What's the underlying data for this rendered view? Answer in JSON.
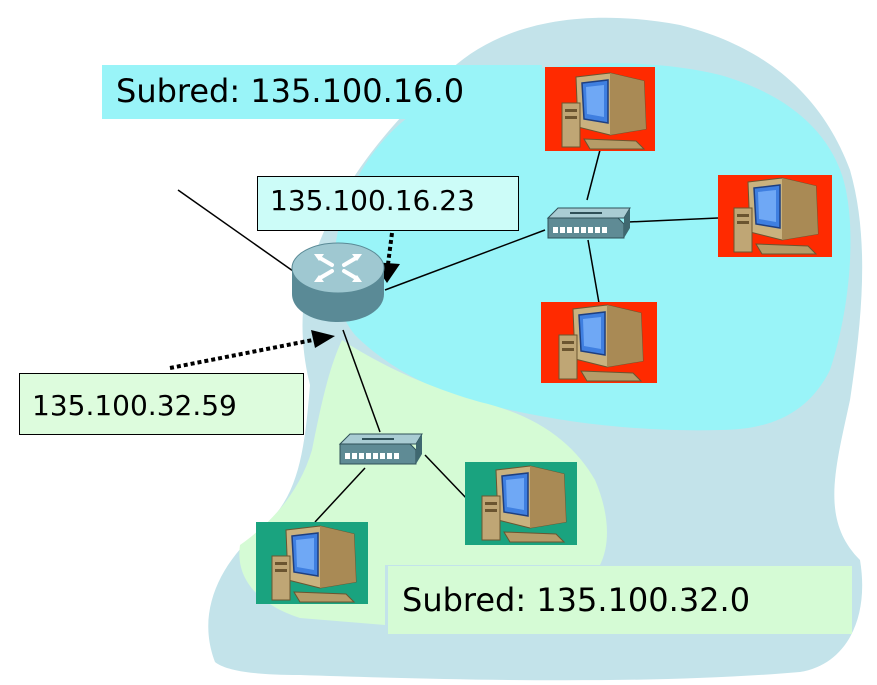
{
  "subnets": [
    {
      "label": "Subred: 135.100.16.0",
      "color": "#99f4f8"
    },
    {
      "label": "Subred: 135.100.32.0",
      "color": "#d5fbd5"
    }
  ],
  "interfaces": [
    {
      "ip": "135.100.16.23",
      "box_color": "#ccfcf8"
    },
    {
      "ip": "135.100.32.59",
      "box_color": "#ddfcdd"
    }
  ],
  "cloud_color": "#c3e3ea",
  "pc_backgrounds": {
    "subnet_16": "#ff2a00",
    "subnet_32": "#1aa37f"
  },
  "icons": [
    "router-icon",
    "switch-icon",
    "computer-icon"
  ]
}
